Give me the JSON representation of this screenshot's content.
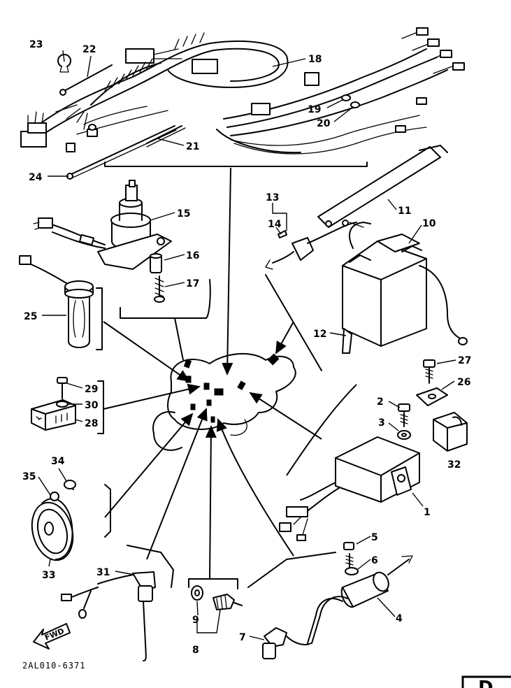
{
  "diagram": {
    "part_code": "2AL010-6371",
    "direction_label": "FWD",
    "corner_label": "D",
    "callouts": {
      "c1": "1",
      "c2": "2",
      "c3": "3",
      "c4": "4",
      "c5": "5",
      "c6": "6",
      "c7": "7",
      "c8": "8",
      "c9": "9",
      "c10": "10",
      "c11": "11",
      "c12": "12",
      "c13": "13",
      "c14": "14",
      "c15": "15",
      "c16": "16",
      "c17": "17",
      "c18": "18",
      "c19": "19",
      "c20": "20",
      "c21": "21",
      "c22": "22",
      "c23": "23",
      "c24": "24",
      "c25": "25",
      "c26": "26",
      "c27": "27",
      "c28": "28",
      "c29": "29",
      "c30": "30",
      "c31": "31",
      "c32": "32",
      "c33": "33",
      "c34": "34",
      "c35": "35"
    }
  }
}
